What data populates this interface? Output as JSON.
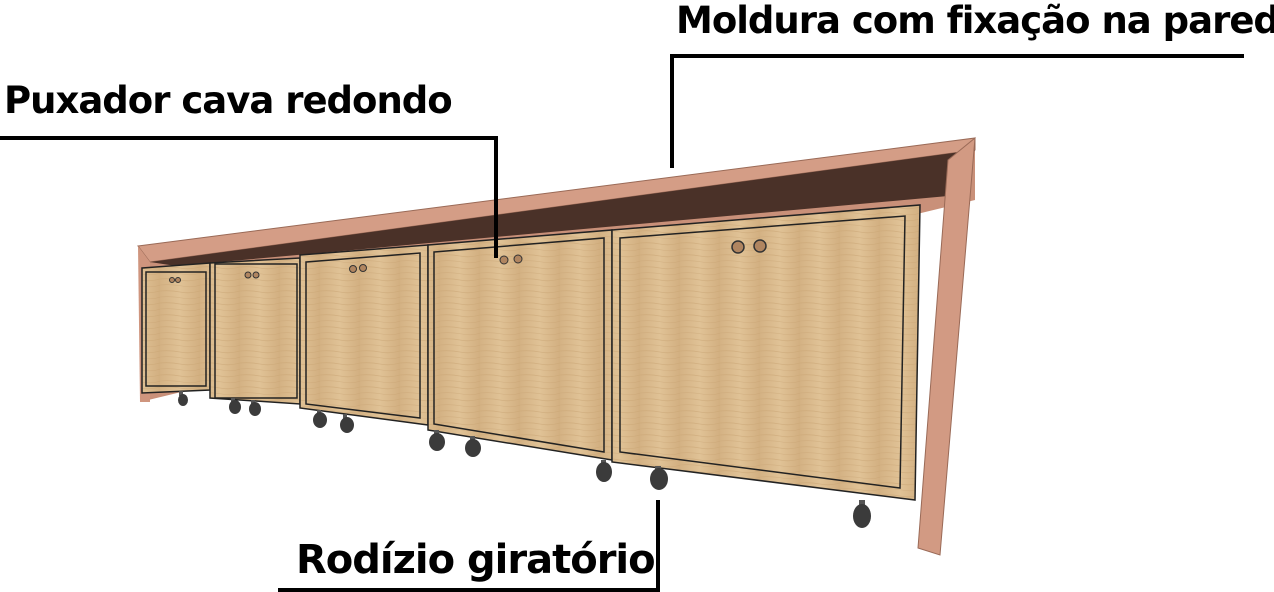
{
  "labels": {
    "moldura": "Moldura com fixação na parede",
    "puxador": "Puxador cava redondo",
    "rodizio": "Rodízio giratório"
  },
  "cabinets": {
    "count": 5,
    "handles_per_door": 2,
    "wheels_per_cabinet": 2
  },
  "colors": {
    "frame": "#d29a83",
    "frame_shadow": "#c98d77",
    "frame_top_underside": "#4a3128",
    "wood": "#d8b888",
    "wood_light": "#e2c69c",
    "outline": "#222222",
    "wheel": "#3b3b3b",
    "leader": "#000000"
  }
}
